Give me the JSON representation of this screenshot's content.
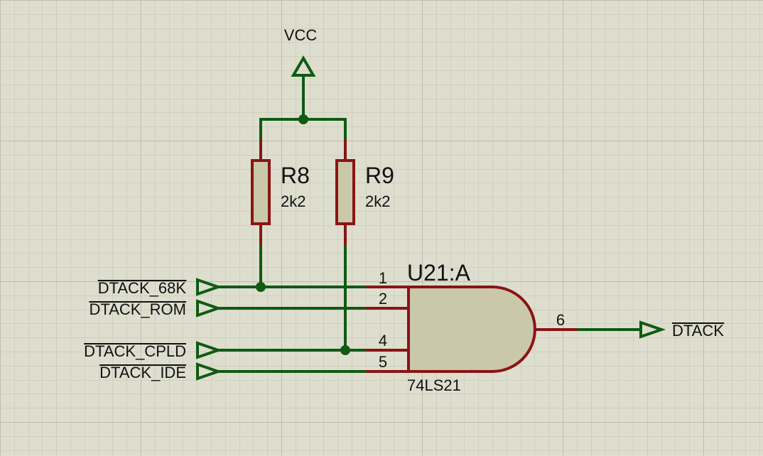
{
  "power": {
    "label": "VCC"
  },
  "resistors": [
    {
      "ref": "R8",
      "value": "2k2"
    },
    {
      "ref": "R9",
      "value": "2k2"
    }
  ],
  "gate": {
    "ref": "U21:A",
    "part": "74LS21",
    "pins": {
      "in1": "1",
      "in2": "2",
      "in3": "4",
      "in4": "5",
      "out": "6"
    }
  },
  "inputs": [
    {
      "label": "DTACK_68K",
      "active_low": true
    },
    {
      "label": "DTACK_ROM",
      "active_low": true
    },
    {
      "label": "DTACK_CPLD",
      "active_low": true
    },
    {
      "label": "DTACK_IDE",
      "active_low": true
    }
  ],
  "output": {
    "label": "DTACK",
    "active_low": true
  },
  "colors": {
    "background": "#dedece",
    "wire": "#0f5a14",
    "component_outline": "#8a1414",
    "component_fill": "#c9c8aa"
  }
}
